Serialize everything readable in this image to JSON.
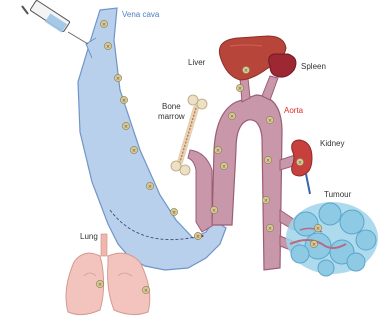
{
  "labels": {
    "vena_cava": "Vena cava",
    "liver": "Liver",
    "spleen": "Spleen",
    "bone_marrow_line1": "Bone",
    "bone_marrow_line2": "marrow",
    "aorta": "Aorta",
    "kidney": "Kidney",
    "tumour": "Tumour",
    "lung": "Lung"
  },
  "particle_symbol": "×",
  "colors": {
    "vein_fill": "#b8d0ec",
    "vein_stroke": "#6f95c7",
    "artery_fill": "#c898aa",
    "artery_stroke": "#9c5c74",
    "liver": "#b8453a",
    "spleen": "#9d2733",
    "kidney": "#c8403e",
    "lung": "#f3c4bd",
    "bone": "#eee0c4",
    "tumour": "#9fd3ea",
    "particle": "#d8c99a",
    "aorta_label": "#d8312b",
    "vena_cava_label": "#4a7fc0"
  },
  "icons": [
    "syringe-icon",
    "liver-icon",
    "spleen-icon",
    "bone-icon",
    "kidney-icon",
    "lung-icon",
    "tumour-icon"
  ]
}
